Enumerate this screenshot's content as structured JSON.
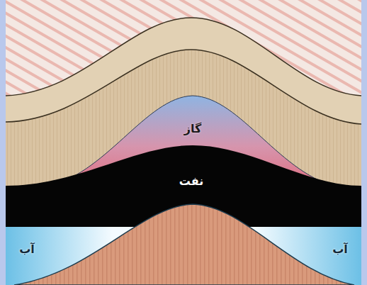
{
  "diagram": {
    "labels": [
      "گاز",
      "نفت",
      "آب",
      "آب"
    ]
  }
}
